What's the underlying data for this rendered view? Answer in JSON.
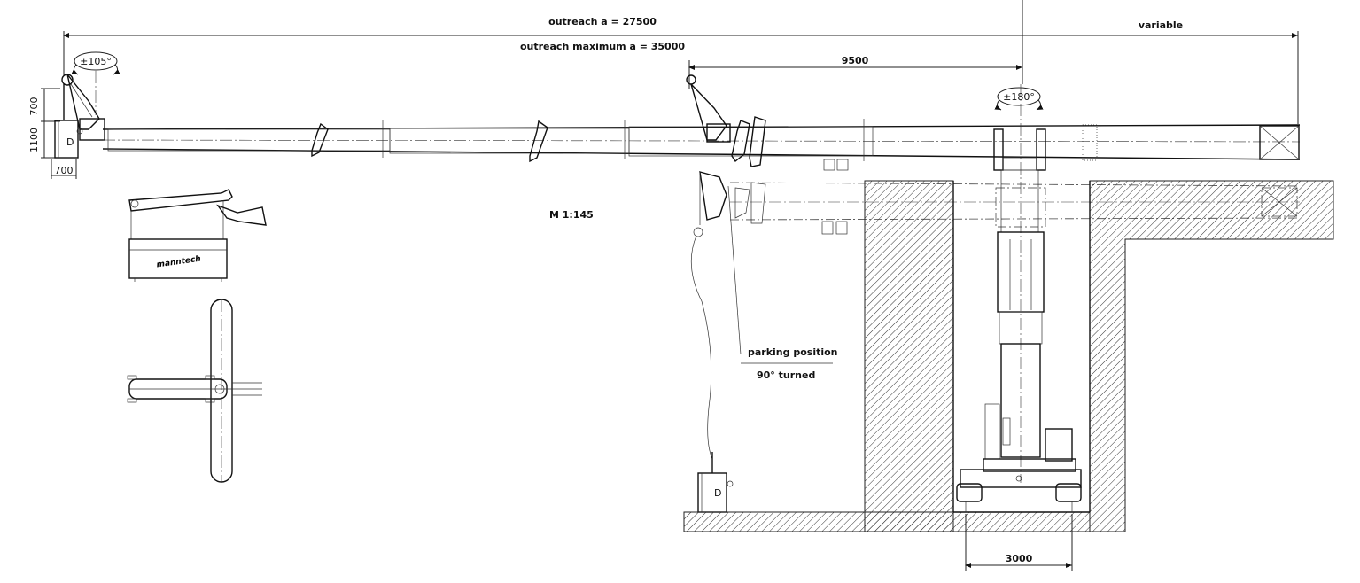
{
  "dimensions": {
    "outreach": "outreach a = 27500",
    "outreach_max": "outreach maximum a = 35000",
    "variable": "variable",
    "d_9500": "9500",
    "d_3000": "3000",
    "h_700": "700",
    "h_1100": "1100",
    "w_700": "700"
  },
  "rotation": {
    "head": "±105°",
    "mast": "±180°"
  },
  "scale": "M 1:145",
  "parking": {
    "line1": "parking position",
    "line2": "90° turned"
  },
  "brand": "manntech"
}
